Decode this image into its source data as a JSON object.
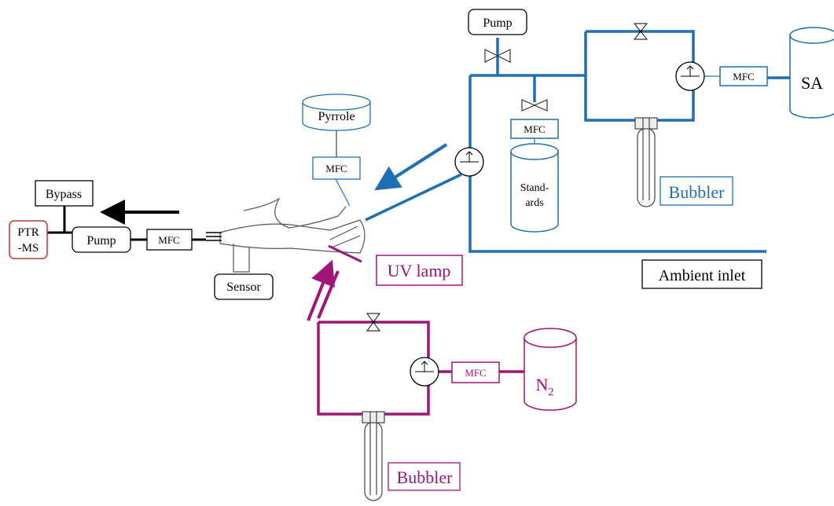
{
  "colors": {
    "blue": "#1f6fb5",
    "lightblue": "#4a90c4",
    "magenta": "#a0157a",
    "black": "#000000",
    "gray": "#555555",
    "ptr_red": "#c0392b"
  },
  "labels": {
    "pump_top": "Pump",
    "sa": "SA",
    "mfc_sa": "MFC",
    "mfc_standards": "MFC",
    "standards_line1": "Stand-",
    "standards_line2": "ards",
    "bubbler_blue": "Bubbler",
    "pyrrole": "Pyrrole",
    "mfc_pyrrole": "MFC",
    "bypass": "Bypass",
    "ptr_line1": "PTR",
    "ptr_line2": "-MS",
    "pump_left": "Pump",
    "mfc_left": "MFC",
    "sensor": "Sensor",
    "uv_lamp": "UV lamp",
    "ambient_inlet": "Ambient inlet",
    "mfc_n2": "MFC",
    "n2_main": "N",
    "n2_sub": "2",
    "bubbler_magenta": "Bubbler"
  }
}
